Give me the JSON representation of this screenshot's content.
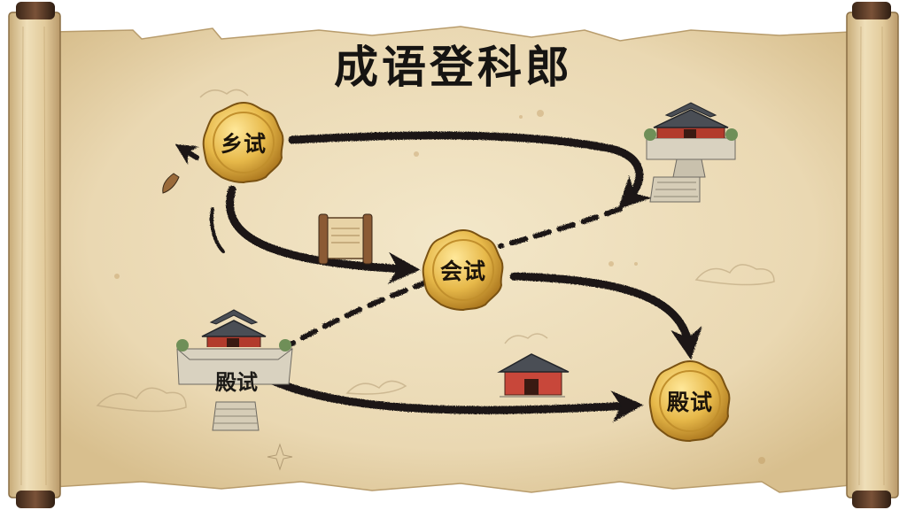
{
  "title": "成语登科郎",
  "stages": [
    {
      "id": "xiangshi",
      "label": "乡试",
      "icon": "gold-seal-icon"
    },
    {
      "id": "huishi",
      "label": "会试",
      "icon": "gold-seal-icon"
    },
    {
      "id": "dianshi",
      "label": "殿试",
      "icon": "gold-seal-icon"
    }
  ],
  "palace": {
    "label": "殿试",
    "icon": "imperial-palace-icon"
  },
  "colors": {
    "parchment": "#ecdcb9",
    "ink": "#1a1714",
    "gold": "#e7b94a",
    "roof": "#4a4e55",
    "wall": "#a33a2e"
  }
}
